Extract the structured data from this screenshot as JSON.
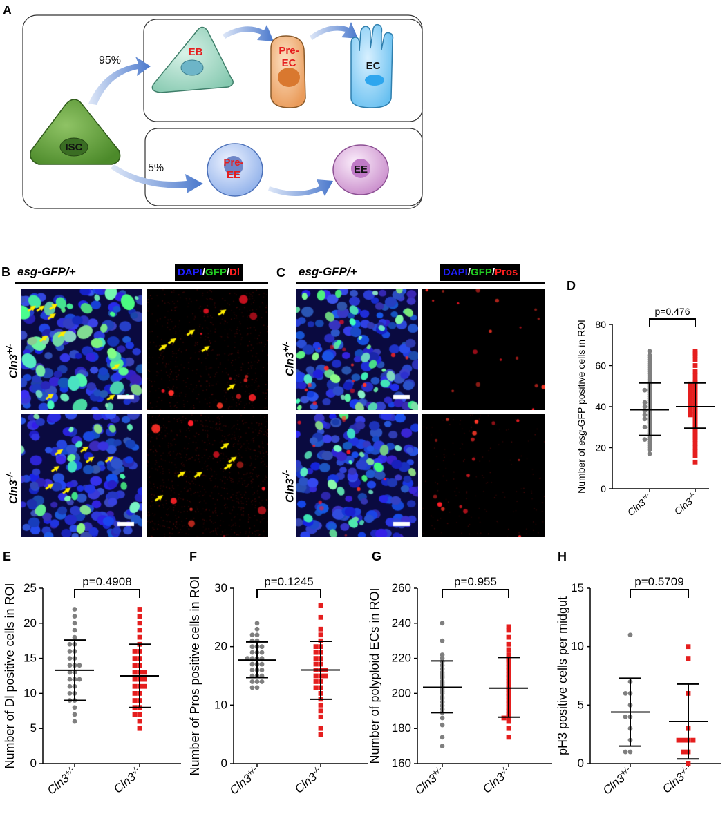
{
  "panel_letters": {
    "a": "A",
    "b": "B",
    "c": "C",
    "d": "D",
    "e": "E",
    "f": "F",
    "g": "G",
    "h": "H"
  },
  "diagram": {
    "cells": {
      "isc": "ISC",
      "eb": "EB",
      "pre_ec_1": "Pre-",
      "pre_ec_2": "EC",
      "ec": "EC",
      "pre_ee_1": "Pre-",
      "pre_ee_2": "EE",
      "ee": "EE"
    },
    "percent_top": "95%",
    "percent_bottom": "5%",
    "colors": {
      "isc": "#5d9a3a",
      "eb": "#9fd8c4",
      "pre_ec": "#f0b27a",
      "ec": "#6fc4ee",
      "pre_ee": "#b9cdf1",
      "ee": "#e2b5e0",
      "red_label": "#e51e1e"
    }
  },
  "panel_b": {
    "genotype": "esg-GFP/+",
    "legend": [
      {
        "t": "DAPI",
        "c": "#1f1fff"
      },
      {
        "t": "/",
        "c": "#ffffff"
      },
      {
        "t": "GFP",
        "c": "#22cc22"
      },
      {
        "t": "/",
        "c": "#ffffff"
      },
      {
        "t": "Dl",
        "c": "#ff2020"
      }
    ],
    "rows": [
      {
        "gene": "Cln3",
        "sup": "+/-"
      },
      {
        "gene": "Cln3",
        "sup": "-/-"
      }
    ]
  },
  "panel_c": {
    "genotype": "esg-GFP/+",
    "legend": [
      {
        "t": "DAPI",
        "c": "#1f1fff"
      },
      {
        "t": "/",
        "c": "#ffffff"
      },
      {
        "t": "GFP",
        "c": "#22cc22"
      },
      {
        "t": "/",
        "c": "#ffffff"
      },
      {
        "t": "Pros",
        "c": "#ff2020"
      }
    ],
    "rows": [
      {
        "gene": "Cln3",
        "sup": "+/-"
      },
      {
        "gene": "Cln3",
        "sup": "-/-"
      }
    ]
  },
  "chart_data": [
    {
      "panel": "D",
      "type": "scatter",
      "ylabel_pre": "Number of ",
      "ylabel_it": "esg",
      "ylabel_post": "-GFP positive cells in ROI",
      "ylim": [
        0,
        80
      ],
      "yticks": [
        0,
        20,
        40,
        60,
        80
      ],
      "categories": [
        {
          "gene": "Cln3",
          "sup": "+/-"
        },
        {
          "gene": "Cln3",
          "sup": "-/-"
        }
      ],
      "p": "p=0.476",
      "series": [
        {
          "color": "#7f7f7f",
          "marker": "circle",
          "mean": 38.5,
          "sd_low": 26,
          "sd_high": 51.5,
          "values": [
            17,
            19,
            20,
            21,
            22,
            23,
            24,
            24,
            25,
            26,
            27,
            28,
            29,
            30,
            30,
            31,
            32,
            33,
            34,
            34,
            35,
            36,
            36,
            37,
            38,
            38,
            39,
            40,
            40,
            41,
            42,
            42,
            43,
            44,
            45,
            46,
            47,
            48,
            48,
            49,
            50,
            51,
            52,
            53,
            54,
            55,
            56,
            57,
            58,
            59,
            60,
            61,
            62,
            63,
            64,
            65,
            67
          ]
        },
        {
          "color": "#e51e1e",
          "marker": "square",
          "mean": 40,
          "sd_low": 29.5,
          "sd_high": 51.5,
          "values": [
            13,
            16,
            18,
            20,
            22,
            24,
            25,
            26,
            27,
            28,
            29,
            30,
            31,
            32,
            33,
            34,
            35,
            36,
            36,
            37,
            38,
            38,
            39,
            40,
            40,
            41,
            41,
            42,
            42,
            43,
            43,
            44,
            44,
            45,
            45,
            46,
            46,
            47,
            47,
            48,
            48,
            49,
            49,
            50,
            50,
            51,
            51,
            52,
            53,
            55,
            57,
            60,
            63,
            65,
            66,
            67
          ]
        }
      ]
    },
    {
      "panel": "E",
      "type": "scatter",
      "ylabel": "Number of Dl positive cells in ROI",
      "ylim": [
        0,
        25
      ],
      "yticks": [
        0,
        5,
        10,
        15,
        20,
        25
      ],
      "categories": [
        {
          "gene": "Cln3",
          "sup": "+/-"
        },
        {
          "gene": "Cln3",
          "sup": "-/-"
        }
      ],
      "p": "p=0.4908",
      "series": [
        {
          "color": "#7f7f7f",
          "marker": "circle",
          "mean": 13.3,
          "sd_low": 9,
          "sd_high": 17.6,
          "values": [
            6,
            7,
            8,
            9,
            9,
            10,
            10,
            11,
            11,
            12,
            12,
            12,
            13,
            13,
            14,
            14,
            14,
            15,
            15,
            16,
            16,
            17,
            17,
            18,
            19,
            20,
            21,
            22
          ]
        },
        {
          "color": "#e51e1e",
          "marker": "square",
          "mean": 12.5,
          "sd_low": 8,
          "sd_high": 17,
          "values": [
            5,
            6,
            7,
            7,
            8,
            8,
            9,
            9,
            10,
            10,
            11,
            11,
            11,
            12,
            12,
            12,
            13,
            13,
            13,
            14,
            14,
            15,
            15,
            16,
            16,
            17,
            18,
            19,
            20,
            21,
            22
          ]
        }
      ]
    },
    {
      "panel": "F",
      "type": "scatter",
      "ylabel": "Number of Pros positive cells in ROI",
      "ylim": [
        0,
        30
      ],
      "yticks": [
        0,
        10,
        20,
        30
      ],
      "categories": [
        {
          "gene": "Cln3",
          "sup": "+/-"
        },
        {
          "gene": "Cln3",
          "sup": "-/-"
        }
      ],
      "p": "p=0.1245",
      "series": [
        {
          "color": "#7f7f7f",
          "marker": "circle",
          "mean": 17.7,
          "sd_low": 14.7,
          "sd_high": 20.8,
          "values": [
            13,
            13,
            14,
            14,
            14,
            15,
            15,
            15,
            16,
            16,
            16,
            17,
            17,
            17,
            18,
            18,
            18,
            18,
            19,
            19,
            19,
            20,
            20,
            20,
            21,
            21,
            22,
            22,
            23,
            24
          ]
        },
        {
          "color": "#e51e1e",
          "marker": "square",
          "mean": 16,
          "sd_low": 11,
          "sd_high": 20.9,
          "values": [
            5,
            6,
            8,
            9,
            10,
            11,
            12,
            13,
            13,
            14,
            14,
            15,
            15,
            15,
            16,
            16,
            16,
            17,
            17,
            18,
            18,
            19,
            19,
            20,
            20,
            21,
            22,
            23,
            25,
            27
          ]
        }
      ]
    },
    {
      "panel": "G",
      "type": "scatter",
      "ylabel": "Number of polyploid ECs in ROI",
      "ylim": [
        160,
        260
      ],
      "yticks": [
        160,
        180,
        200,
        220,
        240,
        260
      ],
      "categories": [
        {
          "gene": "Cln3",
          "sup": "+/-"
        },
        {
          "gene": "Cln3",
          "sup": "-/-"
        }
      ],
      "p": "p=0.955",
      "series": [
        {
          "color": "#7f7f7f",
          "marker": "circle",
          "mean": 203.5,
          "sd_low": 189,
          "sd_high": 218.5,
          "values": [
            170,
            175,
            182,
            186,
            189,
            191,
            193,
            195,
            197,
            198,
            200,
            201,
            202,
            203,
            204,
            205,
            206,
            207,
            209,
            210,
            211,
            212,
            214,
            216,
            218,
            220,
            222,
            230,
            240
          ]
        },
        {
          "color": "#e51e1e",
          "marker": "square",
          "mean": 203,
          "sd_low": 186.5,
          "sd_high": 220.5,
          "values": [
            175,
            180,
            184,
            186,
            186,
            187,
            188,
            190,
            192,
            194,
            196,
            198,
            200,
            202,
            203,
            205,
            207,
            209,
            211,
            213,
            215,
            217,
            219,
            220,
            222,
            225,
            228,
            232,
            236,
            238
          ]
        }
      ]
    },
    {
      "panel": "H",
      "type": "scatter",
      "ylabel": "pH3 positive cells per midgut",
      "ylim": [
        0,
        15
      ],
      "yticks": [
        0,
        5,
        10,
        15
      ],
      "categories": [
        {
          "gene": "Cln3",
          "sup": "+/-"
        },
        {
          "gene": "Cln3",
          "sup": "-/-"
        }
      ],
      "p": "p=0.5709",
      "series": [
        {
          "color": "#7f7f7f",
          "marker": "circle",
          "mean": 4.4,
          "sd_low": 1.5,
          "sd_high": 7.3,
          "values": [
            1,
            1,
            2,
            3,
            4,
            4,
            5,
            6,
            6,
            7,
            11
          ]
        },
        {
          "color": "#e51e1e",
          "marker": "square",
          "mean": 3.6,
          "sd_low": 0.4,
          "sd_high": 6.8,
          "values": [
            0,
            1,
            1,
            2,
            2,
            2,
            2,
            3,
            6,
            9,
            10
          ]
        }
      ]
    }
  ]
}
